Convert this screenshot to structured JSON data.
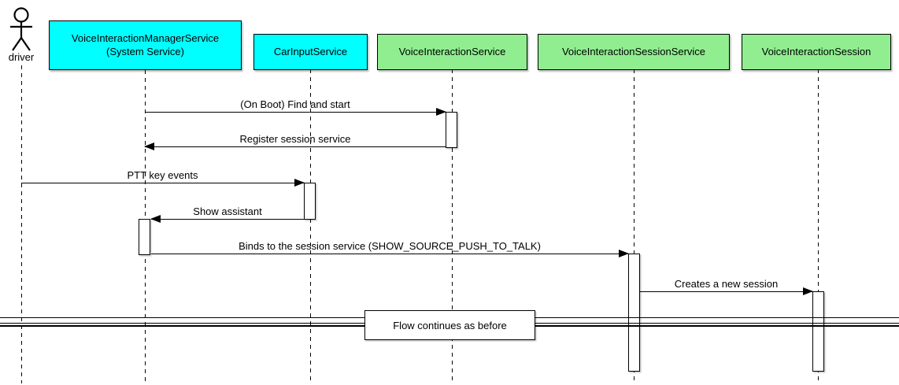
{
  "diagram": {
    "type": "uml-sequence-diagram",
    "actor": {
      "label": "driver"
    },
    "participants": [
      {
        "label": "VoiceInteractionManagerService",
        "sublabel": "(System Service)",
        "fill": "#00FFFF"
      },
      {
        "label": "CarInputService",
        "fill": "#00FFFF"
      },
      {
        "label": "VoiceInteractionService",
        "fill": "#90EE90"
      },
      {
        "label": "VoiceInteractionSessionService",
        "fill": "#90EE90"
      },
      {
        "label": "VoiceInteractionSession",
        "fill": "#90EE90"
      }
    ],
    "messages": [
      {
        "label": "(On Boot) Find and start",
        "from": "VoiceInteractionManagerService",
        "to": "VoiceInteractionService",
        "direction": "right"
      },
      {
        "label": "Register session service",
        "from": "VoiceInteractionService",
        "to": "VoiceInteractionManagerService",
        "direction": "left"
      },
      {
        "label": "PTT key events",
        "from": "driver",
        "to": "CarInputService",
        "direction": "right"
      },
      {
        "label": "Show assistant",
        "from": "CarInputService",
        "to": "VoiceInteractionManagerService",
        "direction": "left"
      },
      {
        "label": "Binds to the session service (SHOW_SOURCE_PUSH_TO_TALK)",
        "from": "VoiceInteractionManagerService",
        "to": "VoiceInteractionSessionService",
        "direction": "right"
      },
      {
        "label": "Creates a new session",
        "from": "VoiceInteractionSessionService",
        "to": "VoiceInteractionSession",
        "direction": "right"
      }
    ],
    "divider": {
      "label": "Flow continues as before"
    },
    "colors": {
      "participant_cyan": "#00FFFF",
      "participant_green": "#90EE90",
      "border": "#000000",
      "line": "#000000",
      "background": "#FFFFFF"
    }
  }
}
